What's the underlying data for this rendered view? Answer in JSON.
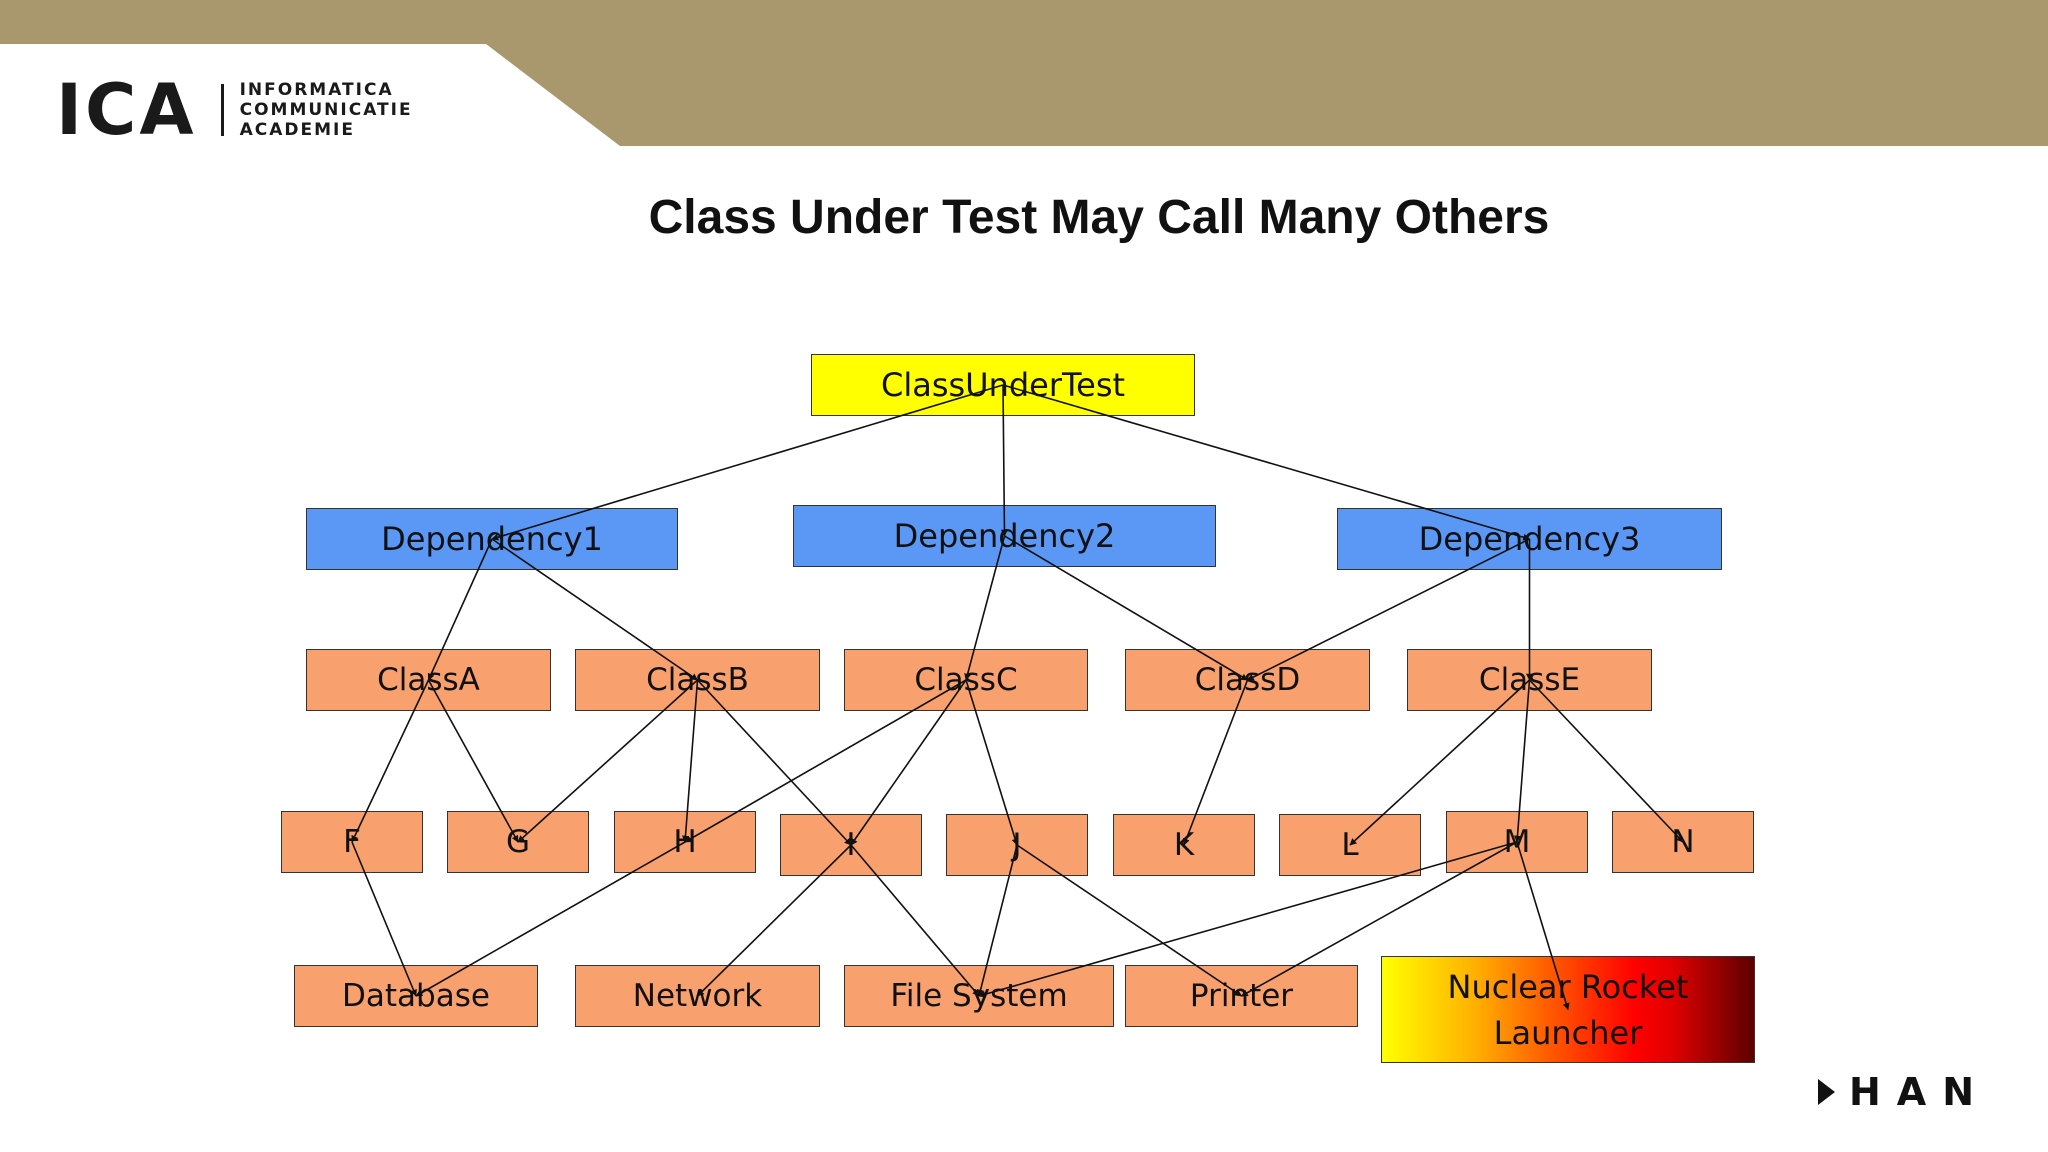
{
  "header": {
    "logo_mark": "ICA",
    "logo_lines": [
      "INFORMATICA",
      "COMMUNICATIE",
      "ACADEMIE"
    ],
    "band_color": "#a9976d"
  },
  "slide": {
    "title": "Class Under Test May Call Many Others"
  },
  "footer": {
    "brand": "HAN"
  },
  "diagram": {
    "nodes": [
      {
        "id": "cut",
        "label": "ClassUnderTest",
        "type": "root"
      },
      {
        "id": "d1",
        "label": "Dependency1",
        "type": "dependency"
      },
      {
        "id": "d2",
        "label": "Dependency2",
        "type": "dependency"
      },
      {
        "id": "d3",
        "label": "Dependency3",
        "type": "dependency"
      },
      {
        "id": "ca",
        "label": "ClassA",
        "type": "class"
      },
      {
        "id": "cb",
        "label": "ClassB",
        "type": "class"
      },
      {
        "id": "cc",
        "label": "ClassC",
        "type": "class"
      },
      {
        "id": "cd",
        "label": "ClassD",
        "type": "class"
      },
      {
        "id": "ce",
        "label": "ClassE",
        "type": "class"
      },
      {
        "id": "f",
        "label": "F",
        "type": "class"
      },
      {
        "id": "g",
        "label": "G",
        "type": "class"
      },
      {
        "id": "h",
        "label": "H",
        "type": "class"
      },
      {
        "id": "i",
        "label": "I",
        "type": "class"
      },
      {
        "id": "j",
        "label": "J",
        "type": "class"
      },
      {
        "id": "k",
        "label": "K",
        "type": "class"
      },
      {
        "id": "l",
        "label": "L",
        "type": "class"
      },
      {
        "id": "m",
        "label": "M",
        "type": "class"
      },
      {
        "id": "n",
        "label": "N",
        "type": "class"
      },
      {
        "id": "db",
        "label": "Database",
        "type": "resource"
      },
      {
        "id": "net",
        "label": "Network",
        "type": "resource"
      },
      {
        "id": "fs",
        "label": "File System",
        "type": "resource"
      },
      {
        "id": "pr",
        "label": "Printer",
        "type": "resource"
      },
      {
        "id": "nrl",
        "label": "Nuclear Rocket Launcher",
        "type": "danger"
      }
    ],
    "edges": [
      [
        "cut",
        "d1"
      ],
      [
        "cut",
        "d2"
      ],
      [
        "cut",
        "d3"
      ],
      [
        "d1",
        "ca"
      ],
      [
        "d1",
        "cb"
      ],
      [
        "d2",
        "cc"
      ],
      [
        "d2",
        "cd"
      ],
      [
        "d3",
        "cd"
      ],
      [
        "d3",
        "ce"
      ],
      [
        "ca",
        "f"
      ],
      [
        "ca",
        "g"
      ],
      [
        "cb",
        "g"
      ],
      [
        "cb",
        "h"
      ],
      [
        "cb",
        "i"
      ],
      [
        "cc",
        "h"
      ],
      [
        "cc",
        "i"
      ],
      [
        "cc",
        "j"
      ],
      [
        "cd",
        "k"
      ],
      [
        "ce",
        "l"
      ],
      [
        "ce",
        "m"
      ],
      [
        "ce",
        "n"
      ],
      [
        "f",
        "db"
      ],
      [
        "h",
        "db"
      ],
      [
        "i",
        "net"
      ],
      [
        "i",
        "fs"
      ],
      [
        "j",
        "fs"
      ],
      [
        "j",
        "pr"
      ],
      [
        "m",
        "fs"
      ],
      [
        "m",
        "pr"
      ],
      [
        "m",
        "nrl"
      ]
    ]
  }
}
